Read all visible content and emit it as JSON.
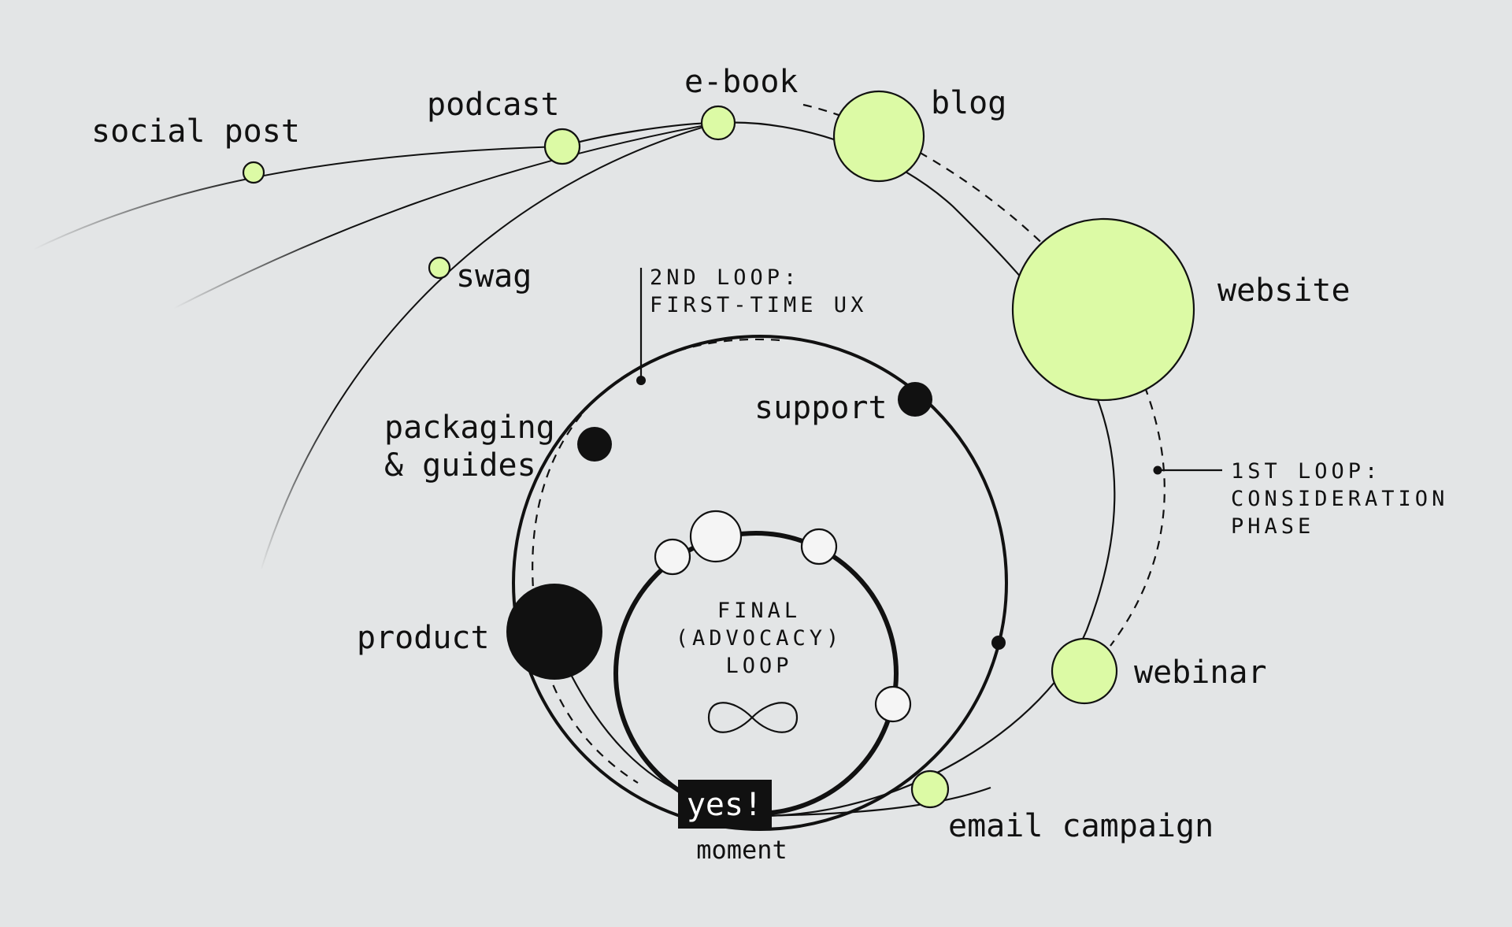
{
  "colors": {
    "background": "#e3e5e6",
    "awareness_fill": "#dcfaa5",
    "ink": "#111111",
    "white_node": "#f5f5f5"
  },
  "nodes": {
    "social_post": "social post",
    "podcast": "podcast",
    "ebook": "e-book",
    "blog": "blog",
    "swag": "swag",
    "website": "website",
    "webinar": "webinar",
    "email_campaign": "email campaign",
    "packaging_line1": "packaging",
    "packaging_line2": "& guides",
    "support": "support",
    "product": "product"
  },
  "loops": {
    "first_line1": "1ST LOOP:",
    "first_line2": "CONSIDERATION",
    "first_line3": "PHASE",
    "second_line1": "2ND LOOP:",
    "second_line2": "FIRST-TIME UX",
    "final_line1": "FINAL",
    "final_line2": "(ADVOCACY)",
    "final_line3": "LOOP"
  },
  "yes_moment": {
    "badge": "yes!",
    "caption": "moment"
  },
  "icons": {
    "infinity": "infinity-icon"
  }
}
